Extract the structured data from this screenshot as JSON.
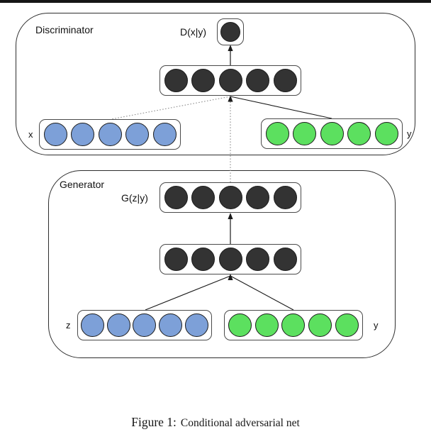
{
  "figure": {
    "caption_prefix": "Figure 1:",
    "caption_text": "Conditional adversarial net"
  },
  "discriminator": {
    "label": "Discriminator",
    "output_label": "D(x|y)",
    "output_layer": {
      "node_count": 1,
      "node_color": "#333333",
      "node_name": "discriminator-output-node"
    },
    "hidden_layer": {
      "node_count": 5,
      "node_color": "#333333",
      "node_name": "discriminator-hidden-node"
    },
    "x_input": {
      "label": "x",
      "node_count": 5,
      "node_color": "#7da0d8",
      "node_name": "x-input-node"
    },
    "y_input": {
      "label": "y",
      "node_count": 5,
      "node_color": "#5ce05f",
      "node_name": "y-input-node"
    }
  },
  "generator": {
    "label": "Generator",
    "output_label": "G(z|y)",
    "output_layer": {
      "node_count": 5,
      "node_color": "#333333",
      "node_name": "generator-output-node"
    },
    "hidden_layer": {
      "node_count": 5,
      "node_color": "#333333",
      "node_name": "generator-hidden-node"
    },
    "z_input": {
      "label": "z",
      "node_count": 5,
      "node_color": "#7da0d8",
      "node_name": "z-input-node"
    },
    "y_input": {
      "label": "y",
      "node_count": 5,
      "node_color": "#5ce05f",
      "node_name": "y-input-node"
    }
  },
  "connections": [
    {
      "from": "discriminator-hidden-layer",
      "to": "discriminator-output",
      "style": "solid-arrow"
    },
    {
      "from": "x-input",
      "to": "discriminator-hidden-layer",
      "style": "dotted"
    },
    {
      "from": "y-input",
      "to": "discriminator-hidden-layer",
      "style": "solid"
    },
    {
      "from": "generator-output-layer",
      "to": "discriminator-hidden-layer",
      "style": "dotted-arrow"
    },
    {
      "from": "generator-hidden-layer",
      "to": "generator-output-layer",
      "style": "solid-arrow"
    },
    {
      "from": "z-input",
      "to": "generator-hidden-layer",
      "style": "solid"
    },
    {
      "from": "generator-y-input",
      "to": "generator-hidden-layer",
      "style": "solid"
    }
  ],
  "colors": {
    "node_dark": "#333333",
    "node_blue": "#7da0d8",
    "node_green": "#5ce05f",
    "line_solid": "#1a1a1a",
    "line_dotted": "#8f8f8f"
  }
}
